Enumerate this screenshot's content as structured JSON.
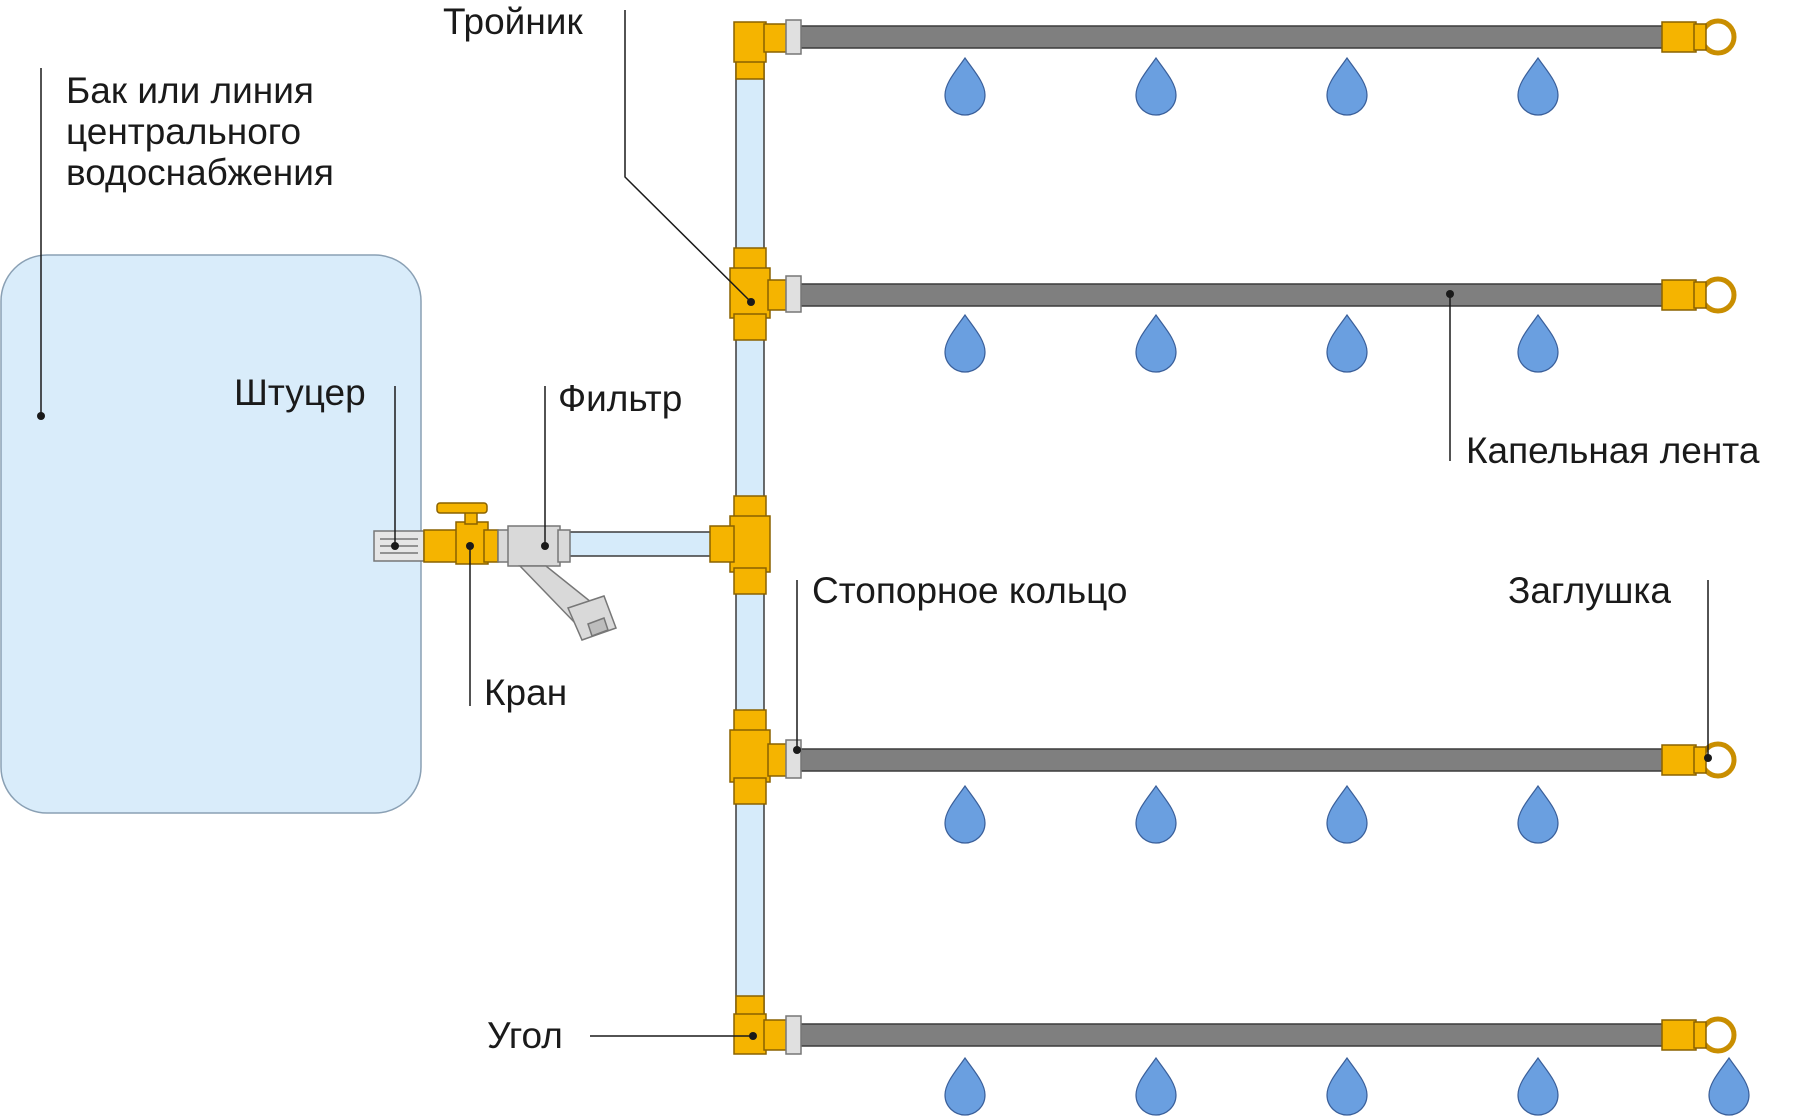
{
  "labels": {
    "tank": "Бак или линия\nцентрального\nводоснабжения",
    "fitting": "Штуцер",
    "filter": "Фильтр",
    "valve": "Кран",
    "tee": "Тройник",
    "drip_tape": "Капельная лента",
    "lock_ring": "Стопорное кольцо",
    "plug": "Заглушка",
    "elbow": "Угол"
  },
  "colors": {
    "tank_fill": "#d9ecfa",
    "tank_stroke": "#8aa0b4",
    "pipe_fill": "#d6ebfa",
    "tape": "#7f7f7f",
    "brass": "#f5b400",
    "brass_dark": "#c98e00",
    "drop": "#6a9fe0",
    "drop_stroke": "#3a5f9a",
    "filter_body": "#d9d9d9"
  },
  "icons": {
    "drop": "water-drop-icon",
    "valve": "ball-valve-icon",
    "filter": "y-filter-icon",
    "plug": "end-plug-icon"
  }
}
